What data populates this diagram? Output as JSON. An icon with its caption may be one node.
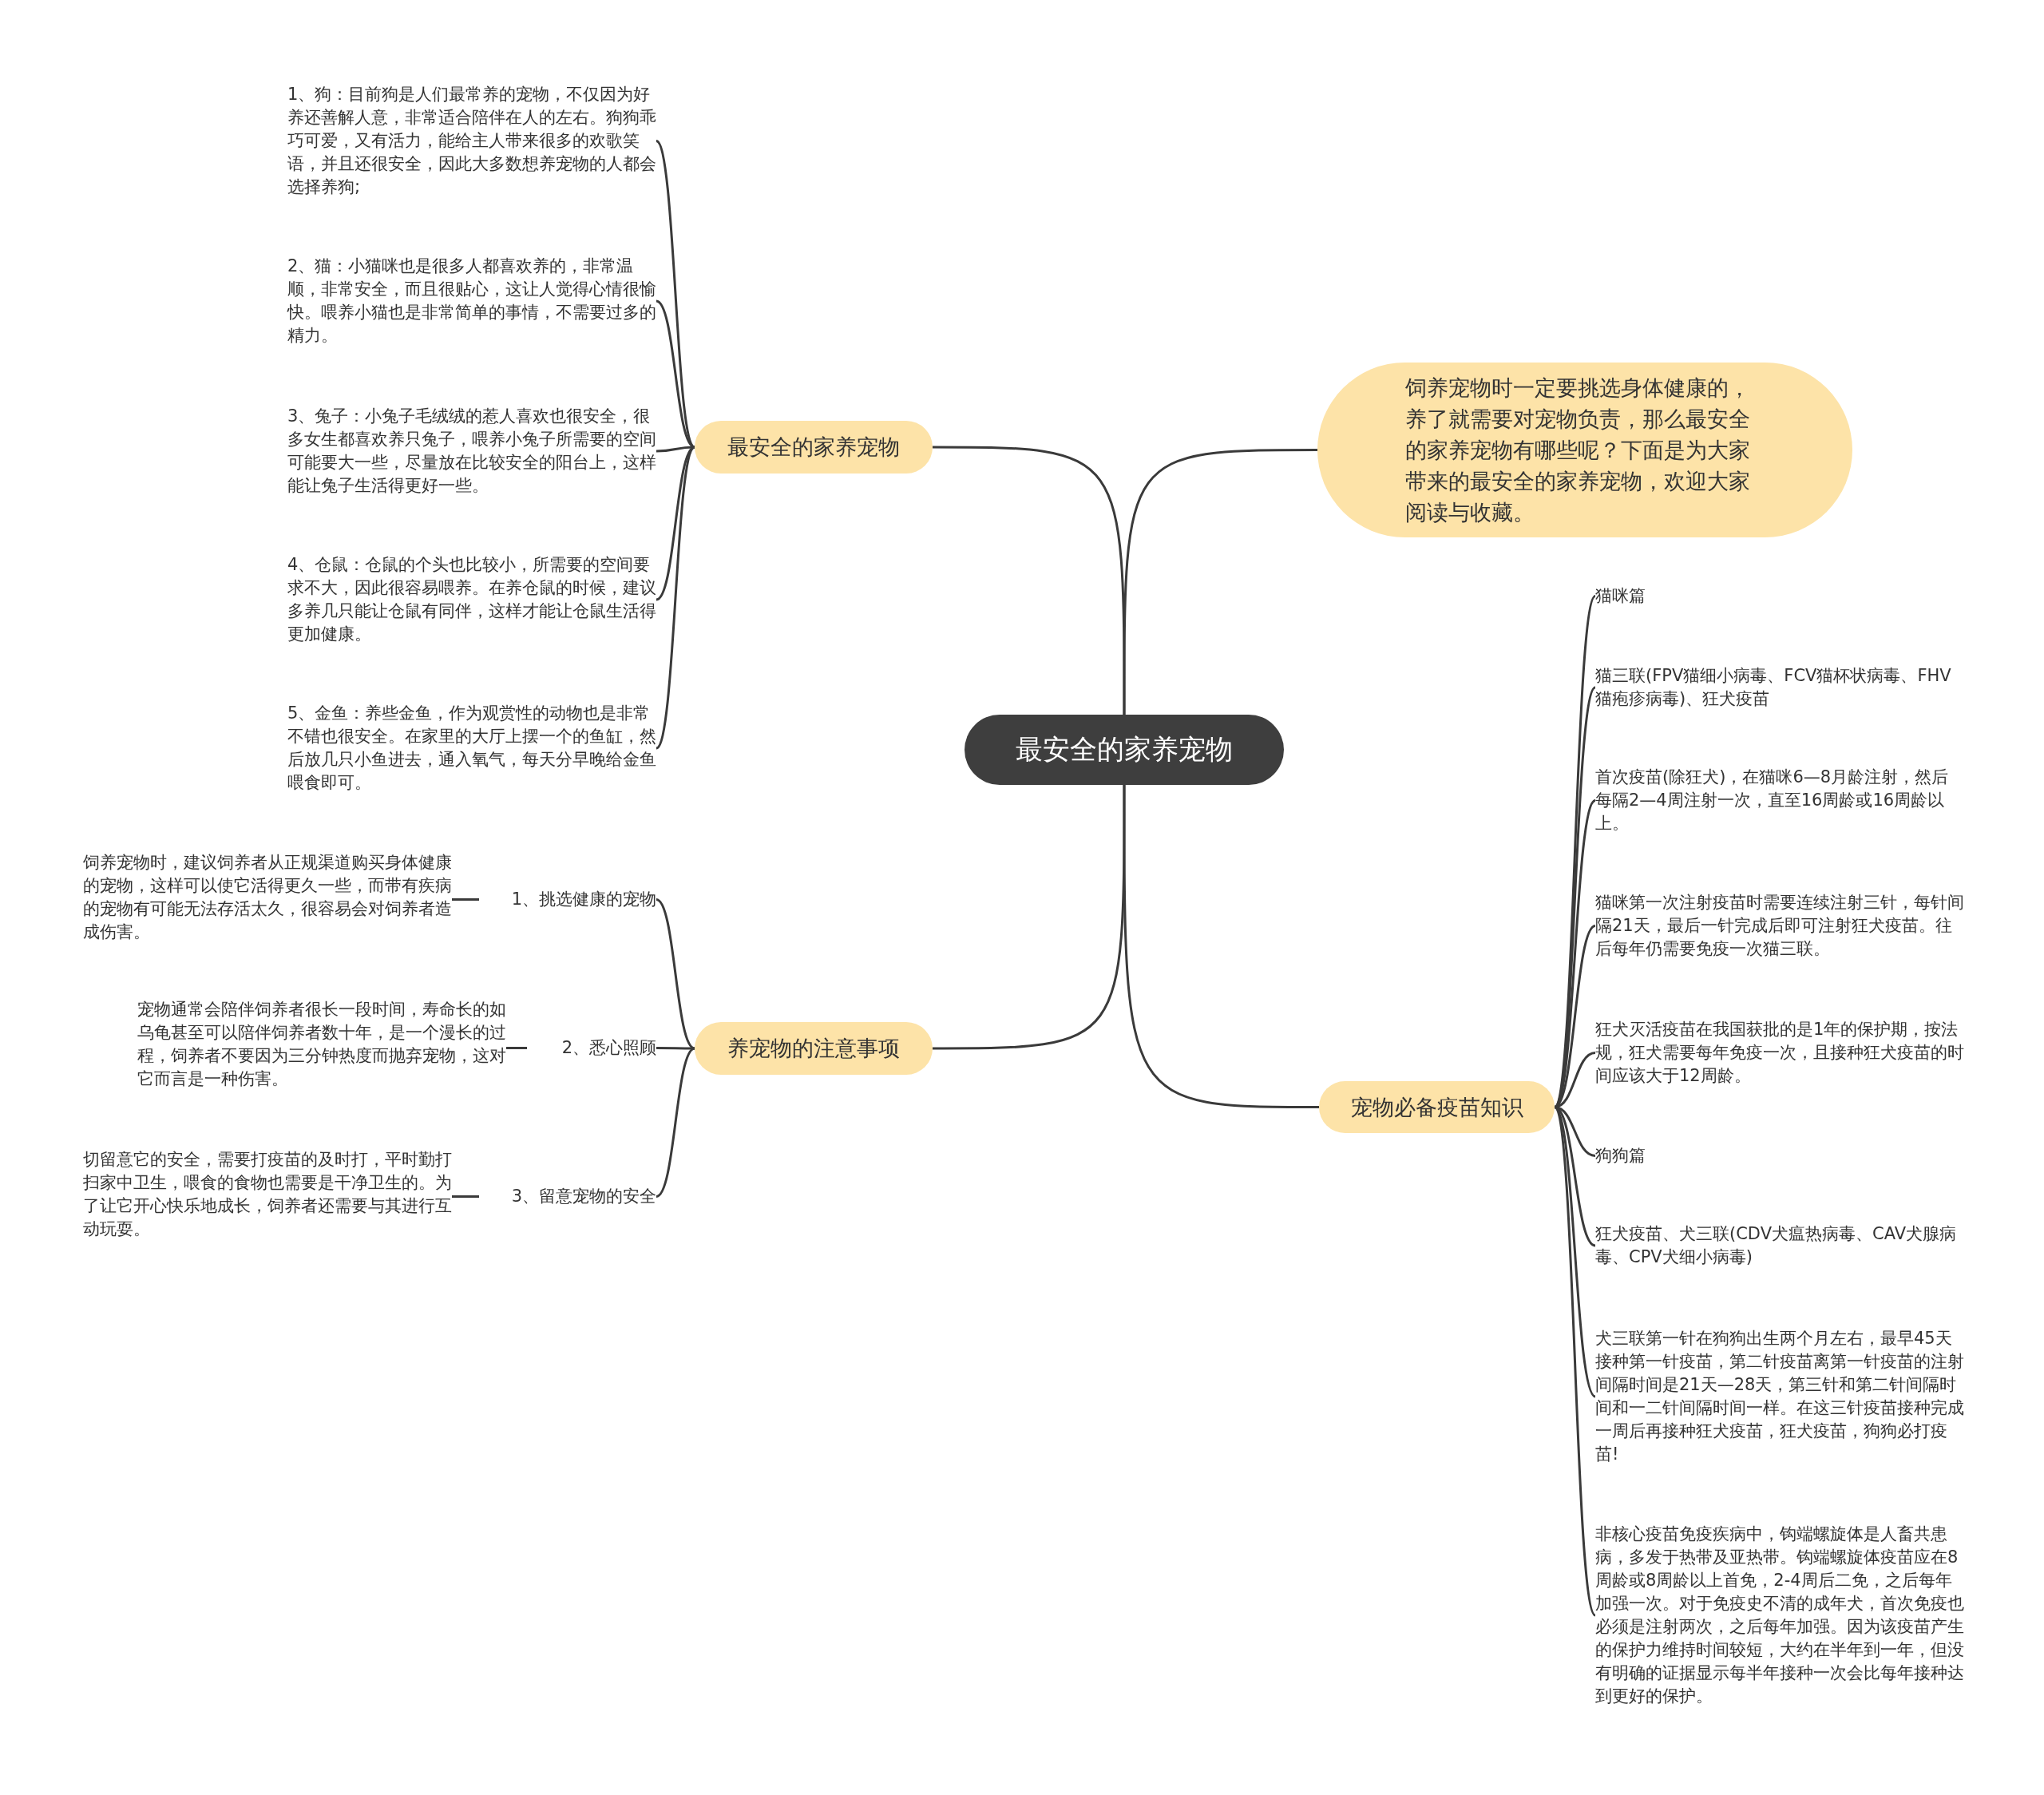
{
  "diagram": {
    "nodes": [
      {
        "text": [
          "最安全的家养宠物"
        ]
      },
      {
        "text": [
          "最安全的家养宠物"
        ]
      },
      {
        "text": [
          "1、狗：目前狗是人们最常养的宠物，不仅因为好养还善解人意，非常适合陪伴在人的左右。狗狗乖巧可爱，又有活力，能给主人带来很多的欢歌笑语，并且还很安全，因此大多数想养宠物的人都会选择养狗;"
        ]
      },
      {
        "text": [
          "2、猫：小猫咪也是很多人都喜欢养的，非常温顺，非常安全，而且很贴心，这让人觉得心情很愉快。喂养小猫也是非常简单的事情，不需要过多的精力。"
        ]
      },
      {
        "text": [
          "3、兔子：小兔子毛绒绒的惹人喜欢也很安全，很多女生都喜欢养只兔子，喂养小兔子所需要的空间可能要大一些，尽量放在比较安全的阳台上，这样能让兔子生活得更好一些。"
        ]
      },
      {
        "text": [
          "4、仓鼠：仓鼠的个头也比较小，所需要的空间要求不大，因此很容易喂养。在养仓鼠的时候，建议多养几只能让仓鼠有同伴，这样才能让仓鼠生活得更加健康。"
        ]
      },
      {
        "text": [
          "5、金鱼：养些金鱼，作为观赏性的动物也是非常不错也很安全。在家里的大厅上摆一个的鱼缸，然后放几只小鱼进去，通入氧气，每天分早晚给金鱼喂食即可。"
        ]
      },
      {
        "text": [
          "饲养宠物时一定要挑选身体健康的，养了就需要对宠物负责，那么最安全的家养宠物有哪些呢？下面是为大家带来的最安全的家养宠物，欢迎大家阅读与收藏。"
        ]
      },
      {
        "text": [
          "宠物必备疫苗知识"
        ]
      },
      {
        "text": [
          "猫咪篇"
        ]
      },
      {
        "text": [
          "猫三联(FPV猫细小病毒、FCV猫杯状病毒、FHV猫疱疹病毒)、狂犬疫苗"
        ]
      },
      {
        "text": [
          "首次疫苗(除狂犬)，在猫咪6—8月龄注射，然后每隔2—4周注射一次，直至16周龄或16周龄以上。"
        ]
      },
      {
        "text": [
          "猫咪第一次注射疫苗时需要连续注射三针，每针间隔21天，最后一针完成后即可注射狂犬疫苗。往后每年仍需要免疫一次猫三联。"
        ]
      },
      {
        "text": [
          "狂犬灭活疫苗在我国获批的是1年的保护期，按法规，狂犬需要每年免疫一次，且接种狂犬疫苗的时间应该大于12周龄。"
        ]
      },
      {
        "text": [
          "狗狗篇"
        ]
      },
      {
        "text": [
          "狂犬疫苗、犬三联(CDV犬瘟热病毒、CAV犬腺病毒、CPV犬细小病毒)"
        ]
      },
      {
        "text": [
          "犬三联第一针在狗狗出生两个月左右，最早45天接种第一针疫苗，第二针疫苗离第一针疫苗的注射间隔时间是21天—28天，第三针和第二针间隔时间和一二针间隔时间一样。在这三针疫苗接种完成一周后再接种狂犬疫苗，狂犬疫苗，狗狗必打疫苗!"
        ]
      },
      {
        "text": [
          "非核心疫苗免疫疾病中，钩端螺旋体是人畜共患病，多发于热带及亚热带。钩端螺旋体疫苗应在8周龄或8周龄以上首免，2-4周后二免，之后每年加强一次。对于免疫史不清的成年犬，首次免疫也必须是注射两次，之后每年加强。因为该疫苗产生的保护力维持时间较短，大约在半年到一年，但没有明确的证据显示每半年接种一次会比每年接种达到更好的保护。"
        ]
      },
      {
        "text": [
          "养宠物的注意事项"
        ]
      },
      {
        "text": [
          "1、挑选健康的宠物"
        ]
      },
      {
        "text": [
          "饲养宠物时，建议饲养者从正规渠道购买身体健康的宠物，这样可以使它活得更久一些，而带有疾病的宠物有可能无法存活太久，很容易会对饲养者造成伤害。"
        ]
      },
      {
        "text": [
          "2、悉心照顾"
        ]
      },
      {
        "text": [
          "宠物通常会陪伴饲养者很长一段时间，寿命长的如乌龟甚至可以陪伴饲养者数十年，是一个漫长的过程，饲养者不要因为三分钟热度而抛弃宠物，这对它而言是一种伤害。"
        ]
      },
      {
        "text": [
          "3、留意宠物的安全"
        ]
      },
      {
        "text": [
          "切留意它的安全，需要打疫苗的及时打，平时勤打扫家中卫生，喂食的食物也需要是干净卫生的。为了让它开心快乐地成长，饲养者还需要与其进行互动玩耍。"
        ]
      }
    ],
    "edges": [
      {
        "from": 0,
        "to": 1,
        "arrow": "none"
      },
      {
        "from": 1,
        "to": 2,
        "arrow": "none"
      },
      {
        "from": 1,
        "to": 3,
        "arrow": "none"
      },
      {
        "from": 1,
        "to": 4,
        "arrow": "none"
      },
      {
        "from": 1,
        "to": 5,
        "arrow": "none"
      },
      {
        "from": 1,
        "to": 6,
        "arrow": "none"
      },
      {
        "from": 0,
        "to": 7,
        "arrow": "none"
      },
      {
        "from": 0,
        "to": 8,
        "arrow": "none"
      },
      {
        "from": 8,
        "to": 9,
        "arrow": "none"
      },
      {
        "from": 8,
        "to": 10,
        "arrow": "none"
      },
      {
        "from": 8,
        "to": 11,
        "arrow": "none"
      },
      {
        "from": 8,
        "to": 12,
        "arrow": "none"
      },
      {
        "from": 8,
        "to": 13,
        "arrow": "none"
      },
      {
        "from": 8,
        "to": 14,
        "arrow": "none"
      },
      {
        "from": 8,
        "to": 15,
        "arrow": "none"
      },
      {
        "from": 8,
        "to": 16,
        "arrow": "none"
      },
      {
        "from": 8,
        "to": 17,
        "arrow": "none"
      },
      {
        "from": 0,
        "to": 18,
        "arrow": "none"
      },
      {
        "from": 18,
        "to": 19,
        "arrow": "none"
      },
      {
        "from": 19,
        "to": 20,
        "arrow": "none"
      },
      {
        "from": 18,
        "to": 21,
        "arrow": "none"
      },
      {
        "from": 21,
        "to": 22,
        "arrow": "none"
      },
      {
        "from": 18,
        "to": 23,
        "arrow": "none"
      },
      {
        "from": 23,
        "to": 24,
        "arrow": "none"
      }
    ]
  }
}
